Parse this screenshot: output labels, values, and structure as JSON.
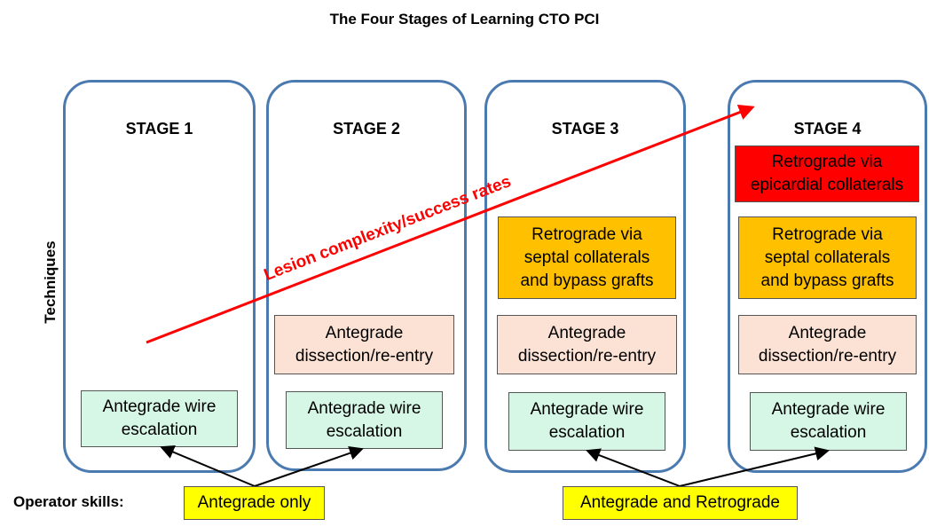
{
  "title": "The Four Stages of Learning CTO PCI",
  "y_label": "Techniques",
  "operator_label": "Operator skills:",
  "arrow_label": "Lesion complexity/success rates",
  "stages": [
    {
      "title": "STAGE 1",
      "wire": "Antegrade wire\nescalation"
    },
    {
      "title": "STAGE 2",
      "dissection": "Antegrade\ndissection/re-entry",
      "wire": "Antegrade wire\nescalation"
    },
    {
      "title": "STAGE 3",
      "retro_septal": "Retrograde via\nseptal collaterals\nand bypass grafts",
      "dissection": "Antegrade\ndissection/re-entry",
      "wire": "Antegrade wire\nescalation"
    },
    {
      "title": "STAGE 4",
      "retro_epicardial": "Retrograde via\nepicardial collaterals",
      "retro_septal": "Retrograde via\nseptal collaterals\nand bypass grafts",
      "dissection": "Antegrade\ndissection/re-entry",
      "wire": "Antegrade wire\nescalation"
    }
  ],
  "skills": [
    "Antegrade only",
    "Antegrade and Retrograde"
  ],
  "colors": {
    "stage_border": "#4a7ab0",
    "wire": "#d7f7e6",
    "dissection": "#fbe2d4",
    "septal": "#ffc000",
    "epicardial": "#ff0000",
    "skill": "#ffff00",
    "arrow": "#ff0000"
  }
}
